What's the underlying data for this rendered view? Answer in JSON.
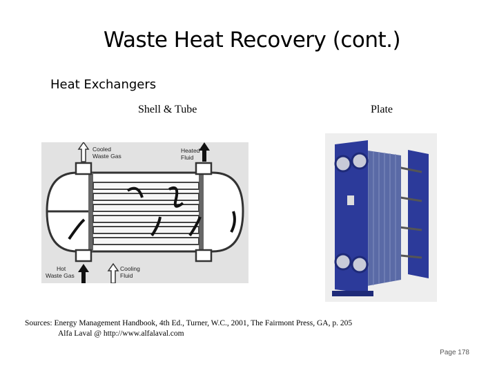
{
  "slide": {
    "title": "Waste Heat Recovery (cont.)",
    "subtitle": "Heat Exchangers",
    "page_label": "Page 178"
  },
  "figures": {
    "shell_tube": {
      "caption": "Shell & Tube",
      "labels": {
        "cooled_line1": "Cooled",
        "cooled_line2": "Waste Gas",
        "heated_line1": "Heated",
        "heated_line2": "Fluid",
        "hot_line1": "Hot",
        "hot_line2": "Waste Gas",
        "cooling_line1": "Cooling",
        "cooling_line2": "Fluid"
      }
    },
    "plate": {
      "caption": "Plate",
      "frame_color": "#2c3a9a",
      "plates_color": "#5a6aa6"
    }
  },
  "sources": {
    "line1": "Sources: Energy Management Handbook, 4th Ed., Turner, W.C., 2001, The Fairmont  Press, GA, p. 205",
    "line2": "Alfa Laval @ http://www.alfalaval.com"
  }
}
